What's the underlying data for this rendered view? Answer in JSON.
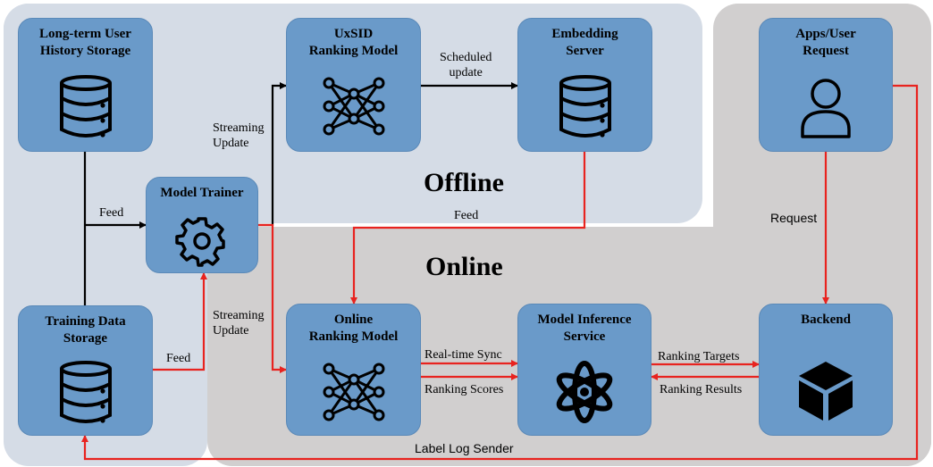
{
  "regions": {
    "offline_label": "Offline",
    "online_label": "Online"
  },
  "nodes": {
    "long_term_storage": {
      "title": "Long-term User\nHistory Storage",
      "icon": "database-icon"
    },
    "training_data_storage": {
      "title": "Training Data\nStorage",
      "icon": "database-icon"
    },
    "model_trainer": {
      "title": "Model Trainer",
      "icon": "gear-icon"
    },
    "uxsid_model": {
      "title": "UxSID\nRanking Model",
      "icon": "neural-network-icon"
    },
    "embedding_server": {
      "title": "Embedding\nServer",
      "icon": "database-icon"
    },
    "online_model": {
      "title": "Online\nRanking Model",
      "icon": "neural-network-icon"
    },
    "inference_service": {
      "title": "Model Inference\nService",
      "icon": "atom-icon"
    },
    "user_request": {
      "title": "Apps/User\nRequest",
      "icon": "user-icon"
    },
    "backend": {
      "title": "Backend",
      "icon": "cube-icon"
    }
  },
  "edges": {
    "feed_top": "Feed",
    "feed_bottom": "Feed",
    "feed_embedding": "Feed",
    "streaming_update_top": "Streaming\nUpdate",
    "streaming_update_bottom": "Streaming\nUpdate",
    "scheduled_update": "Scheduled\nupdate",
    "realtime_sync": "Real-time Sync",
    "ranking_scores": "Ranking Scores",
    "ranking_targets": "Ranking Targets",
    "ranking_results": "Ranking Results",
    "request": "Request",
    "label_log_sender": "Label Log Sender"
  },
  "colors": {
    "offline_bg": "#d5dce6",
    "online_bg": "#d1cfcf",
    "node_fill": "#6a9ac9",
    "online_flow": "#e8231f",
    "offline_flow": "#000000"
  }
}
